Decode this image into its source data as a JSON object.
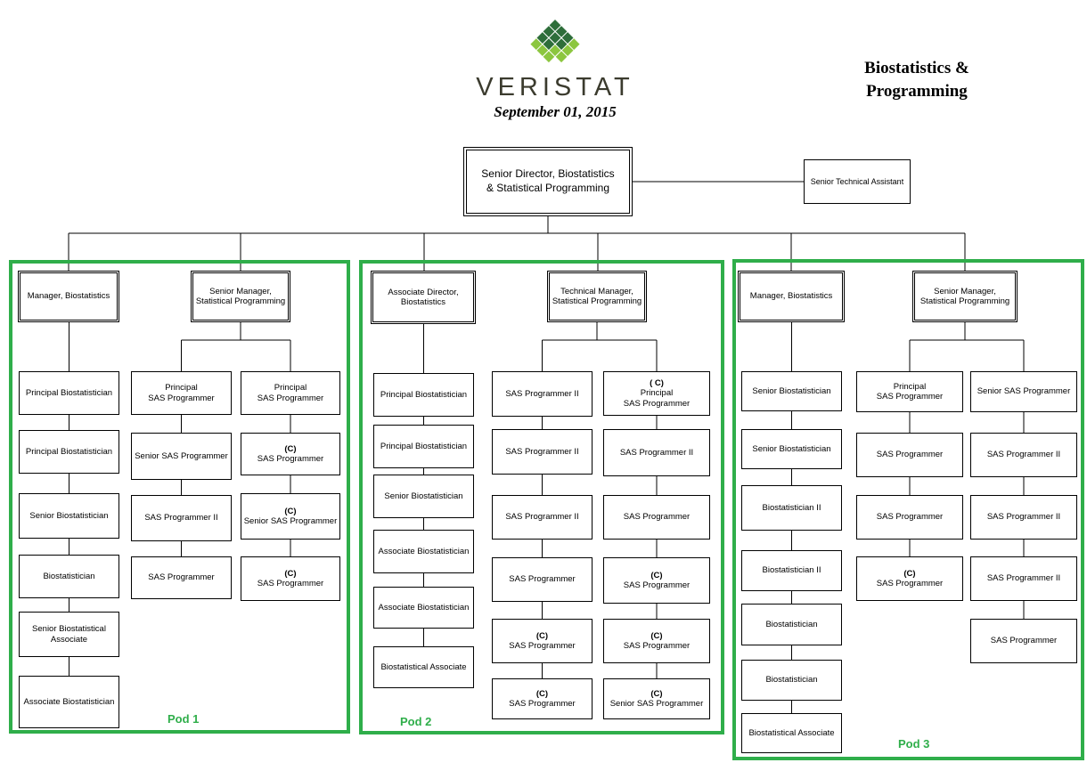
{
  "header": {
    "company": "VERISTAT",
    "date": "September 01, 2015",
    "dept_title": "Biostatistics &\nProgramming"
  },
  "colors": {
    "pod_border": "#2fae4a",
    "logo_dark": "#2e6e3a",
    "logo_light": "#8cc63f",
    "logo_text": "#3b3b2e"
  },
  "top": {
    "director": "Senior Director, Biostatistics\n& Statistical Programming",
    "assistant": "Senior Technical Assistant"
  },
  "pods": [
    {
      "label": "Pod 1",
      "managers": [
        "Manager, Biostatistics",
        "Senior Manager,\nStatistical Programming"
      ],
      "biostat": [
        "Principal Biostatistician",
        "Principal Biostatistician",
        "Senior Biostatistician",
        "Biostatistician",
        "Senior Biostatistical\nAssociate",
        "Associate Biostatistician"
      ],
      "prog_left": [
        {
          "c": "",
          "text": "Principal\nSAS Programmer"
        },
        {
          "c": "",
          "text": "Senior SAS Programmer"
        },
        {
          "c": "",
          "text": "SAS Programmer II"
        },
        {
          "c": "",
          "text": "SAS Programmer"
        }
      ],
      "prog_right": [
        {
          "c": "",
          "text": "Principal\nSAS Programmer"
        },
        {
          "c": "(C)",
          "text": "SAS Programmer"
        },
        {
          "c": "(C)",
          "text": "Senior SAS Programmer"
        },
        {
          "c": "(C)",
          "text": "SAS Programmer"
        }
      ]
    },
    {
      "label": "Pod 2",
      "managers": [
        "Associate Director,\nBiostatistics",
        "Technical Manager,\nStatistical Programming"
      ],
      "biostat": [
        "Principal Biostatistician",
        "Principal Biostatistician",
        "Senior Biostatistician",
        "Associate Biostatistician",
        "Associate Biostatistician",
        "Biostatistical Associate"
      ],
      "prog_left": [
        {
          "c": "",
          "text": "SAS Programmer II"
        },
        {
          "c": "",
          "text": "SAS Programmer II"
        },
        {
          "c": "",
          "text": "SAS Programmer II"
        },
        {
          "c": "",
          "text": "SAS Programmer"
        },
        {
          "c": "(C)",
          "text": "SAS Programmer"
        },
        {
          "c": "(C)",
          "text": "SAS Programmer"
        }
      ],
      "prog_right": [
        {
          "c": "( C)",
          "text": "Principal\nSAS Programmer"
        },
        {
          "c": "",
          "text": "SAS Programmer II"
        },
        {
          "c": "",
          "text": "SAS Programmer"
        },
        {
          "c": "(C)",
          "text": "SAS Programmer"
        },
        {
          "c": "(C)",
          "text": "SAS Programmer"
        },
        {
          "c": "(C)",
          "text": "Senior SAS Programmer"
        }
      ]
    },
    {
      "label": "Pod 3",
      "managers": [
        "Manager, Biostatistics",
        "Senior  Manager,\nStatistical Programming"
      ],
      "biostat": [
        "Senior Biostatistician",
        "Senior Biostatistician",
        "Biostatistician II",
        "Biostatistician II",
        "Biostatistician",
        "Biostatistician",
        "Biostatistical Associate"
      ],
      "prog_left": [
        {
          "c": "",
          "text": "Principal\nSAS Programmer"
        },
        {
          "c": "",
          "text": "SAS Programmer"
        },
        {
          "c": "",
          "text": "SAS Programmer"
        },
        {
          "c": "(C)",
          "text": "SAS Programmer"
        }
      ],
      "prog_right": [
        {
          "c": "",
          "text": "Senior SAS Programmer"
        },
        {
          "c": "",
          "text": "SAS Programmer II"
        },
        {
          "c": "",
          "text": "SAS Programmer II"
        },
        {
          "c": "",
          "text": "SAS Programmer II"
        },
        {
          "c": "",
          "text": "SAS Programmer"
        }
      ]
    }
  ]
}
